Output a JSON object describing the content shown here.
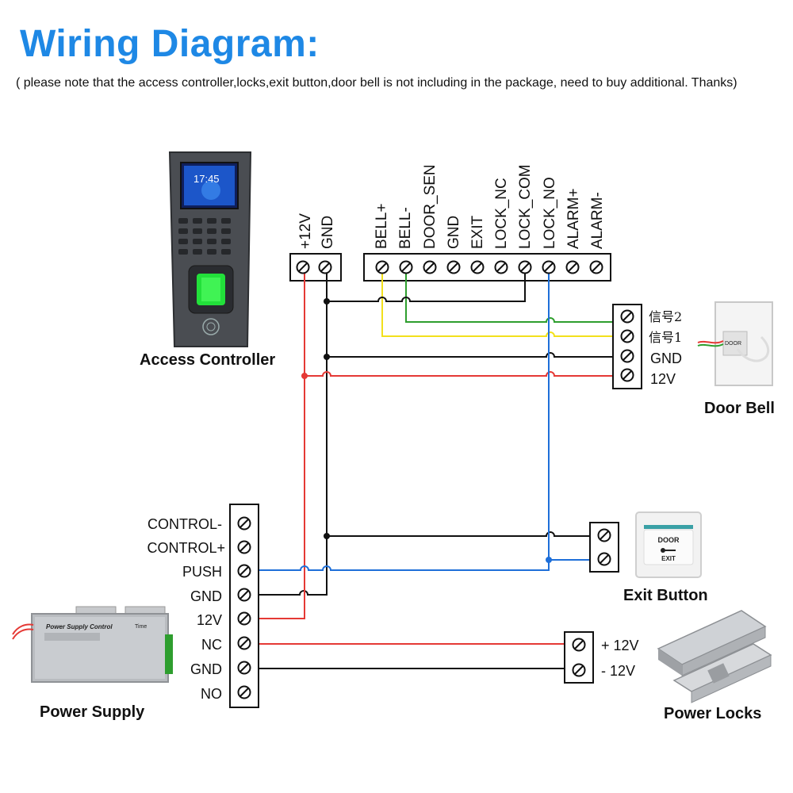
{
  "title": "Wiring Diagram:",
  "note": "( please note that the access controller,locks,exit button,door bell is not including in the package, need to buy additional. Thanks)",
  "access_controller": {
    "label": "Access Controller",
    "screen_time": "17:45",
    "power_terminals": [
      "+12V",
      "GND"
    ],
    "signal_terminals": [
      "BELL+",
      "BELL-",
      "DOOR_SEN",
      "GND",
      "EXIT",
      "LOCK_NC",
      "LOCK_COM",
      "LOCK_NO",
      "ALARM+",
      "ALARM-"
    ]
  },
  "door_bell": {
    "label": "Door Bell",
    "terminals": [
      "信号2",
      "信号1",
      "GND",
      "12V"
    ],
    "device_text": "DOOR"
  },
  "power_supply": {
    "label": "Power Supply",
    "terminals": [
      "CONTROL-",
      "CONTROL+",
      "PUSH",
      "GND",
      "12V",
      "NC",
      "GND",
      "NO"
    ],
    "device_title": "Power Supply Control",
    "device_time": "Time"
  },
  "exit_button": {
    "label": "Exit Button",
    "device_top": "DOOR",
    "device_bottom": "EXIT"
  },
  "power_locks": {
    "label": "Power Locks",
    "terminals": [
      "+ 12V",
      "- 12V"
    ]
  },
  "colors": {
    "title": "#1e88e5",
    "red_wire": "#e53935",
    "black_wire": "#111111",
    "blue_wire": "#1e6fd9",
    "yellow_wire": "#f2e01c",
    "green_wire": "#2e9e2e"
  }
}
